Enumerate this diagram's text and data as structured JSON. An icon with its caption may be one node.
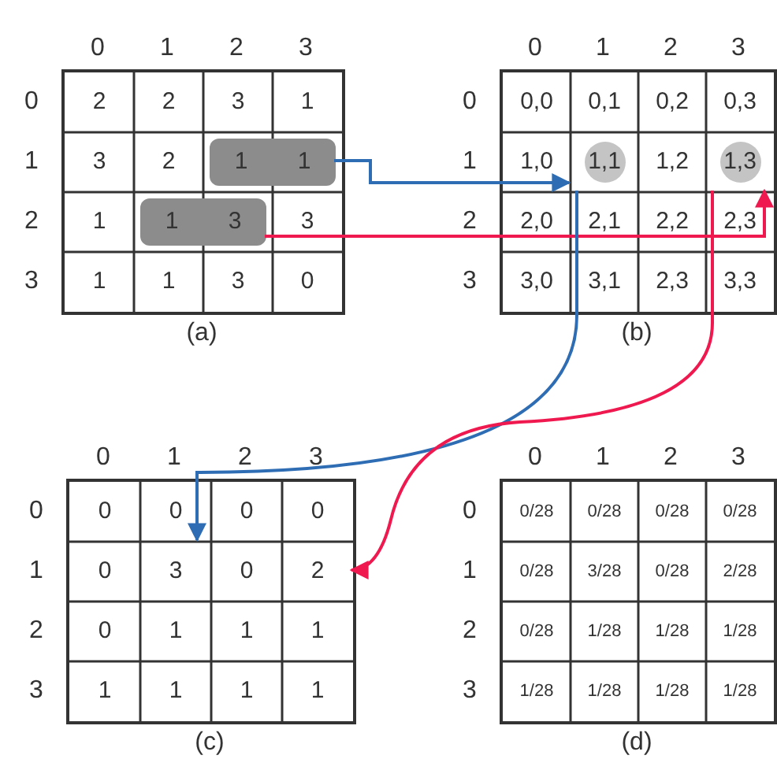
{
  "diagram": {
    "nodes": [
      {
        "text": [],
        "shape": "box",
        "beside": [
          "(a)"
        ]
      },
      {
        "text": [
          "2"
        ],
        "in": 0
      },
      {
        "text": [
          "2"
        ],
        "in": 0
      },
      {
        "text": [
          "3"
        ],
        "in": 0
      },
      {
        "text": [
          "1"
        ],
        "in": 0
      },
      {
        "text": [
          "3"
        ],
        "in": 0
      },
      {
        "text": [
          "2"
        ],
        "in": 0
      },
      {
        "text": [
          "1",
          "1"
        ],
        "in": 0
      },
      {
        "text": [
          "1"
        ],
        "in": 0
      },
      {
        "text": [
          "1",
          "3"
        ],
        "in": 0
      },
      {
        "text": [
          "3"
        ],
        "in": 0
      },
      {
        "text": [
          "1"
        ],
        "in": 0
      },
      {
        "text": [
          "1"
        ],
        "in": 0
      },
      {
        "text": [
          "3"
        ],
        "in": 0
      },
      {
        "text": [
          "0"
        ],
        "in": 0
      },
      {
        "text": [],
        "shape": "box",
        "beside": [
          "(b)"
        ]
      },
      {
        "text": [
          "0,0"
        ],
        "in": 15
      },
      {
        "text": [
          "0,1"
        ],
        "in": 15
      },
      {
        "text": [
          "0,2"
        ],
        "in": 15
      },
      {
        "text": [
          "0,3"
        ],
        "in": 15
      },
      {
        "text": [
          "1,0"
        ],
        "in": 15
      },
      {
        "text": [
          "1,1"
        ],
        "in": 15
      },
      {
        "text": [
          "1,2"
        ],
        "in": 15
      },
      {
        "text": [
          "1,3"
        ],
        "in": 15
      },
      {
        "text": [
          "2,0"
        ],
        "in": 15
      },
      {
        "text": [
          "2,1"
        ],
        "in": 15
      },
      {
        "text": [
          "2,2"
        ],
        "in": 15
      },
      {
        "text": [
          "2,3"
        ],
        "in": 15
      },
      {
        "text": [
          "3,0"
        ],
        "in": 15
      },
      {
        "text": [
          "3,1"
        ],
        "in": 15
      },
      {
        "text": [
          "2,3"
        ],
        "in": 15
      },
      {
        "text": [
          "3,3"
        ],
        "in": 15
      },
      {
        "text": [],
        "shape": "box",
        "beside": [
          "(c)"
        ]
      },
      {
        "text": [
          "0"
        ],
        "in": 32
      },
      {
        "text": [
          "0"
        ],
        "in": 32
      },
      {
        "text": [
          "0"
        ],
        "in": 32
      },
      {
        "text": [
          "0"
        ],
        "in": 32
      },
      {
        "text": [
          "0"
        ],
        "in": 32
      },
      {
        "text": [
          "3"
        ],
        "in": 32
      },
      {
        "text": [
          "0"
        ],
        "in": 32
      },
      {
        "text": [
          "2"
        ],
        "in": 32
      },
      {
        "text": [
          "0"
        ],
        "in": 32
      },
      {
        "text": [
          "1"
        ],
        "in": 32
      },
      {
        "text": [
          "1"
        ],
        "in": 32
      },
      {
        "text": [
          "1"
        ],
        "in": 32
      },
      {
        "text": [
          "1"
        ],
        "in": 32
      },
      {
        "text": [
          "1"
        ],
        "in": 32
      },
      {
        "text": [
          "1"
        ],
        "in": 32
      },
      {
        "text": [
          "1"
        ],
        "in": 32
      },
      {
        "text": [],
        "shape": "box",
        "beside": [
          "(d)"
        ]
      },
      {
        "text": [
          "0/28"
        ],
        "in": 49
      },
      {
        "text": [
          "0/28"
        ],
        "in": 49
      },
      {
        "text": [
          "0/28"
        ],
        "in": 49
      },
      {
        "text": [
          "0/28"
        ],
        "in": 49
      },
      {
        "text": [
          "0/28"
        ],
        "in": 49
      },
      {
        "text": [
          "3/28"
        ],
        "in": 49
      },
      {
        "text": [
          "0/28"
        ],
        "in": 49
      },
      {
        "text": [
          "2/28"
        ],
        "in": 49
      },
      {
        "text": [
          "0/28"
        ],
        "in": 49
      },
      {
        "text": [
          "1/28"
        ],
        "in": 49
      },
      {
        "text": [
          "1/28"
        ],
        "in": 49
      },
      {
        "text": [
          "1/28"
        ],
        "in": 49
      },
      {
        "text": [
          "1/28"
        ],
        "in": 49
      },
      {
        "text": [
          "1/28"
        ],
        "in": 49
      },
      {
        "text": [
          "1/28"
        ],
        "in": 49
      },
      {
        "text": [
          "1/28"
        ],
        "in": 49
      }
    ],
    "edges": [
      {
        "from": 7,
        "to": 21,
        "arrow": "to",
        "color": "#2e6db4"
      },
      {
        "from": 9,
        "to": 23,
        "arrow": "to",
        "color": "#f0194f"
      },
      {
        "from": 21,
        "to": 38,
        "arrow": "to",
        "color": "#2e6db4"
      },
      {
        "from": 23,
        "to": 40,
        "arrow": "to",
        "color": "#f0194f"
      }
    ],
    "labels": [
      "0",
      "1",
      "2",
      "3",
      "0",
      "1",
      "2",
      "3",
      "0",
      "1",
      "2",
      "3",
      "0",
      "1",
      "2",
      "3",
      "0",
      "1",
      "2",
      "3",
      "0",
      "1",
      "2",
      "3",
      "0",
      "1",
      "2",
      "3",
      "0",
      "1",
      "2",
      "3"
    ]
  }
}
